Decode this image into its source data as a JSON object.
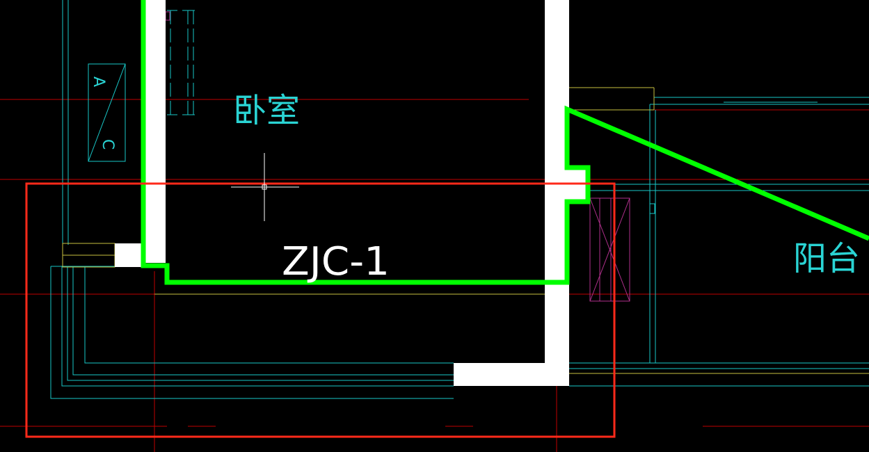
{
  "drawing": {
    "room_bedroom_label": "卧室",
    "room_balcony_label": "阳台",
    "element_label": "ZJC-1",
    "ac_letter_a": "A",
    "ac_letter_c": "C"
  },
  "colors": {
    "background": "#000000",
    "axis_red": "#c00000",
    "wall_white": "#ffffff",
    "highlight_green": "#00ff00",
    "selection_red": "#ff2a1a",
    "cyan_line": "#18c8c8",
    "yellow_line": "#c8c040",
    "magenta_line": "#b0308c",
    "text_cyan": "#2ad4d4",
    "text_white": "#ffffff"
  },
  "icons": {
    "cursor": "crosshair-cursor-icon"
  }
}
